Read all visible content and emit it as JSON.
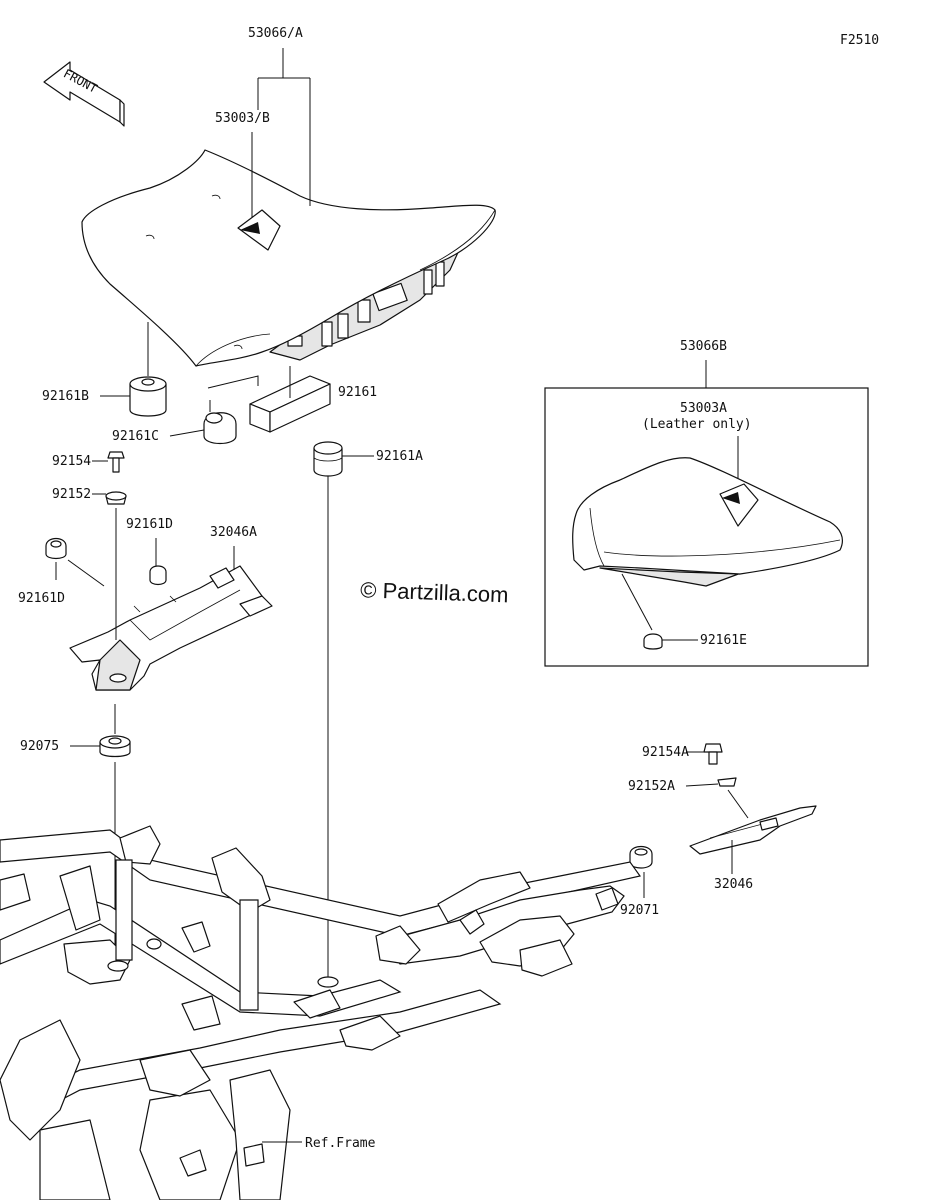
{
  "diagram_code": "F2510",
  "watermark": "© Partzilla.com",
  "front_arrow": {
    "label": "FRONT",
    "icon": "front-arrow-icon"
  },
  "parts": {
    "p53066A": "53066/A",
    "p53003B": "53003/B",
    "p92161B": "92161B",
    "p92161": "92161",
    "p92161C": "92161C",
    "p92161A": "92161A",
    "p92154": "92154",
    "p92152": "92152",
    "p92161D_a": "92161D",
    "p92161D_b": "92161D",
    "p32046A": "32046A",
    "p92075": "92075",
    "p53066B": "53066B",
    "p53003A": "53003A",
    "leather_note": "(Leather only)",
    "p92161E": "92161E",
    "p92154A": "92154A",
    "p92152A": "92152A",
    "p32046": "32046",
    "p92071": "92071",
    "ref_frame": "Ref.Frame"
  }
}
